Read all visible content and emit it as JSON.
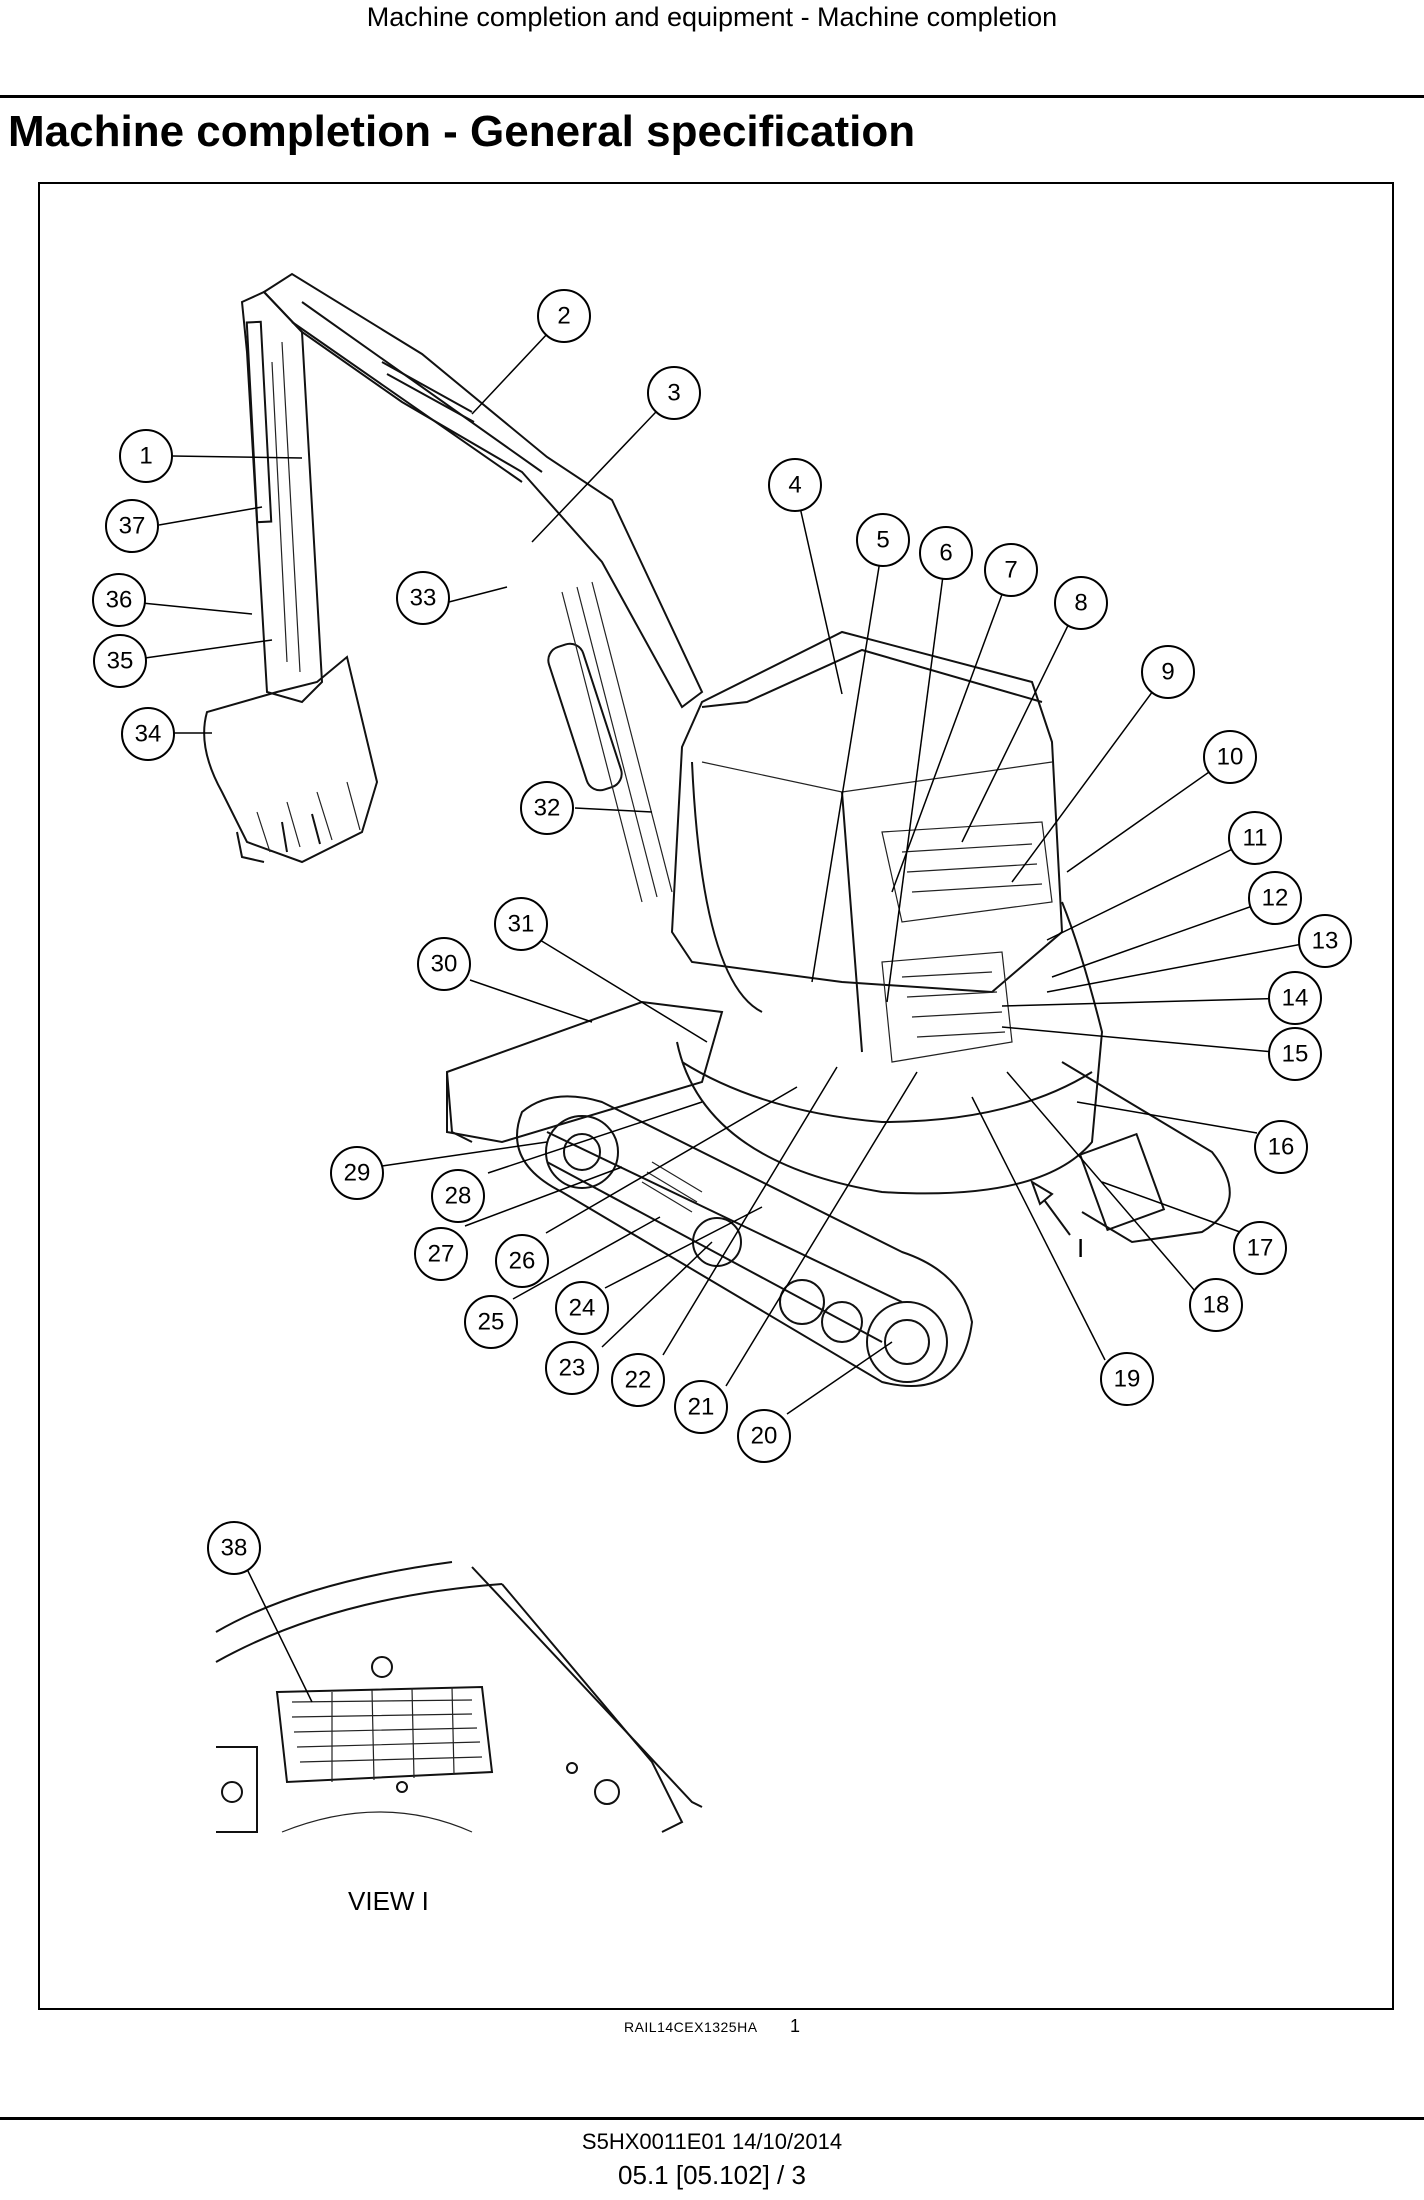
{
  "header": {
    "running_title": "Machine completion and equipment - Machine completion"
  },
  "page_title": "Machine completion - General specification",
  "figure": {
    "view_label": "VIEW I",
    "arrow_label": "I",
    "callouts": [
      "1",
      "2",
      "3",
      "4",
      "5",
      "6",
      "7",
      "8",
      "9",
      "10",
      "11",
      "12",
      "13",
      "14",
      "15",
      "16",
      "17",
      "18",
      "19",
      "20",
      "21",
      "22",
      "23",
      "24",
      "25",
      "26",
      "27",
      "28",
      "29",
      "30",
      "31",
      "32",
      "33",
      "34",
      "35",
      "36",
      "37",
      "38"
    ],
    "reference": "RAIL14CEX1325HA",
    "number": "1"
  },
  "footer": {
    "doc_id": "S5HX0011E01 14/10/2014",
    "page_number": "05.1 [05.102] / 3"
  }
}
